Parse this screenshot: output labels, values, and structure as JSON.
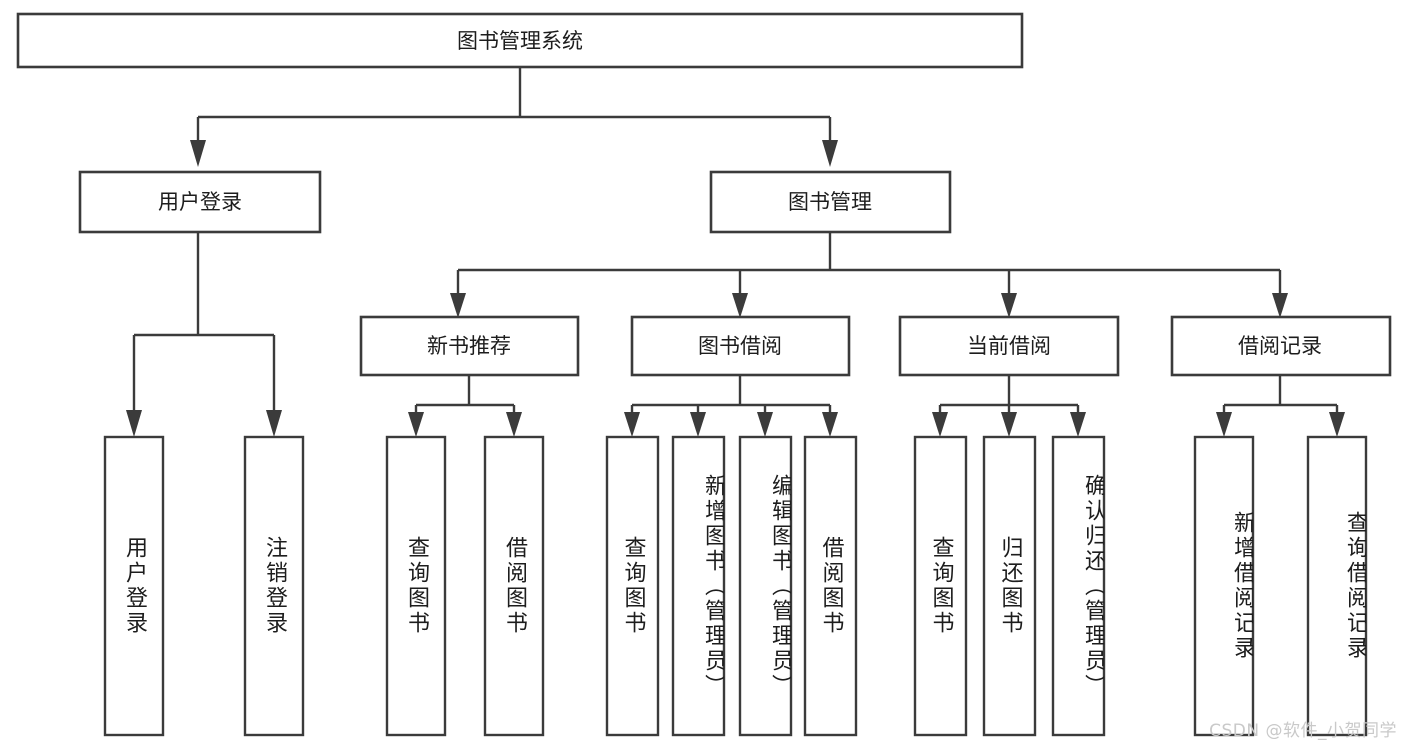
{
  "diagram": {
    "type": "tree-hierarchy-chart",
    "title": "图书管理系统",
    "watermark": "CSDN @软件_小贺同学",
    "colors": {
      "stroke": "#3b3b3b",
      "fill": "#ffffff",
      "text": "#1d1d1d",
      "watermark": "#c9c9c9"
    },
    "levels": {
      "level1": [
        {
          "id": "root",
          "label": "图书管理系统",
          "orientation": "horizontal"
        }
      ],
      "level2": [
        {
          "id": "user-login",
          "label": "用户登录",
          "orientation": "horizontal",
          "parent": "root"
        },
        {
          "id": "book-manage",
          "label": "图书管理",
          "orientation": "horizontal",
          "parent": "root"
        }
      ],
      "level3": [
        {
          "id": "new-book-rec",
          "label": "新书推荐",
          "orientation": "horizontal",
          "parent": "book-manage"
        },
        {
          "id": "book-borrow",
          "label": "图书借阅",
          "orientation": "horizontal",
          "parent": "book-manage"
        },
        {
          "id": "current-borrow",
          "label": "当前借阅",
          "orientation": "horizontal",
          "parent": "book-manage"
        },
        {
          "id": "borrow-record",
          "label": "借阅记录",
          "orientation": "horizontal",
          "parent": "book-manage"
        }
      ],
      "leaves": [
        {
          "id": "leaf-user-login",
          "label": "用户登录",
          "orientation": "vertical",
          "parent": "user-login"
        },
        {
          "id": "leaf-user-logout",
          "label": "注销登录",
          "orientation": "vertical",
          "parent": "user-login"
        },
        {
          "id": "leaf-query-book-1",
          "label": "查询图书",
          "orientation": "vertical",
          "parent": "new-book-rec"
        },
        {
          "id": "leaf-borrow-book-1",
          "label": "借阅图书",
          "orientation": "vertical",
          "parent": "new-book-rec"
        },
        {
          "id": "leaf-query-book-2",
          "label": "查询图书",
          "orientation": "vertical",
          "parent": "book-borrow"
        },
        {
          "id": "leaf-add-book",
          "label": "新增图书（管理员）",
          "orientation": "vertical",
          "parent": "book-borrow"
        },
        {
          "id": "leaf-edit-book",
          "label": "编辑图书（管理员）",
          "orientation": "vertical",
          "parent": "book-borrow"
        },
        {
          "id": "leaf-borrow-book-2",
          "label": "借阅图书",
          "orientation": "vertical",
          "parent": "book-borrow"
        },
        {
          "id": "leaf-query-book-3",
          "label": "查询图书",
          "orientation": "vertical",
          "parent": "current-borrow"
        },
        {
          "id": "leaf-return-book",
          "label": "归还图书",
          "orientation": "vertical",
          "parent": "current-borrow"
        },
        {
          "id": "leaf-confirm-return",
          "label": "确认归还（管理员）",
          "orientation": "vertical",
          "parent": "current-borrow"
        },
        {
          "id": "leaf-add-record",
          "label": "新增借阅记录",
          "orientation": "vertical",
          "parent": "borrow-record"
        },
        {
          "id": "leaf-query-record",
          "label": "查询借阅记录",
          "orientation": "vertical",
          "parent": "borrow-record"
        }
      ]
    }
  }
}
